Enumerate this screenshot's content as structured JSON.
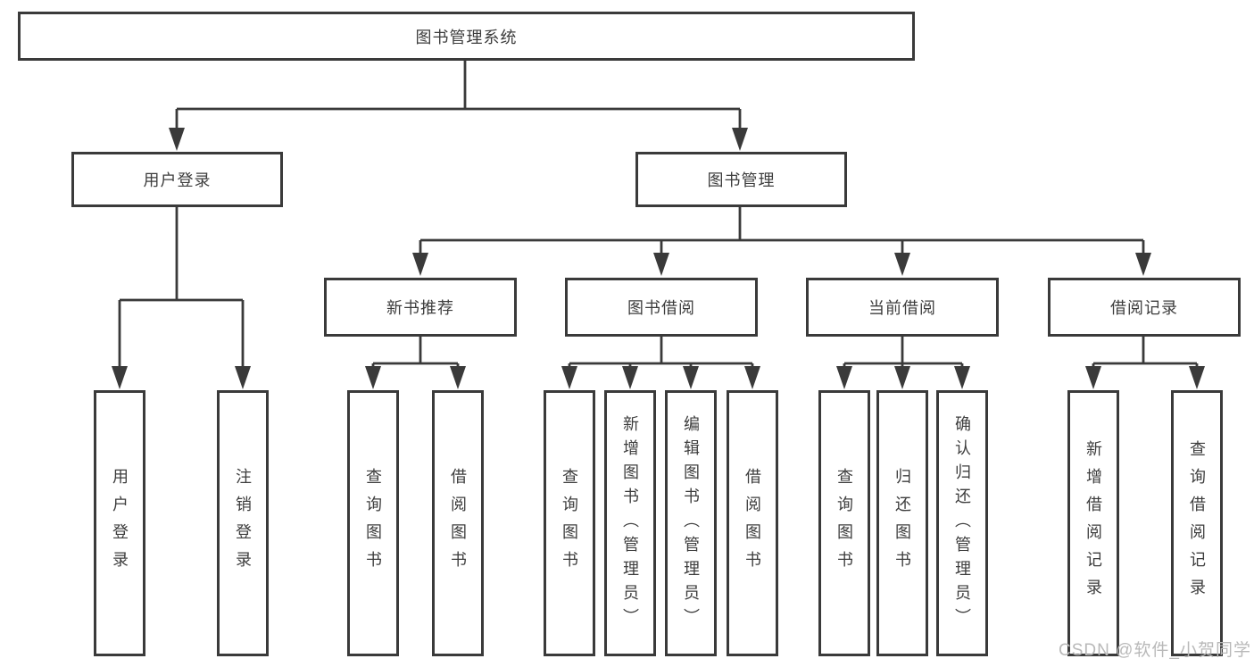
{
  "diagram": {
    "root": {
      "label": "图书管理系统"
    },
    "level2": [
      {
        "label": "用户登录"
      },
      {
        "label": "图书管理"
      }
    ],
    "level3": [
      {
        "label": "新书推荐"
      },
      {
        "label": "图书借阅"
      },
      {
        "label": "当前借阅"
      },
      {
        "label": "借阅记录"
      }
    ],
    "leaves": [
      {
        "label": "用户登录"
      },
      {
        "label": "注销登录"
      },
      {
        "label": "查询图书"
      },
      {
        "label": "借阅图书"
      },
      {
        "label": "查询图书"
      },
      {
        "label": "新增图书（管理员）"
      },
      {
        "label": "编辑图书（管理员）"
      },
      {
        "label": "借阅图书"
      },
      {
        "label": "查询图书"
      },
      {
        "label": "归还图书"
      },
      {
        "label": "确认归还（管理员）"
      },
      {
        "label": "新增借阅记录"
      },
      {
        "label": "查询借阅记录"
      }
    ],
    "watermark": "CSDN @软件_小贺同学",
    "colors": {
      "line": "#3a3a3a",
      "text": "#3d3d3d",
      "watermark": "#b9b9b9",
      "background": "#ffffff"
    }
  }
}
